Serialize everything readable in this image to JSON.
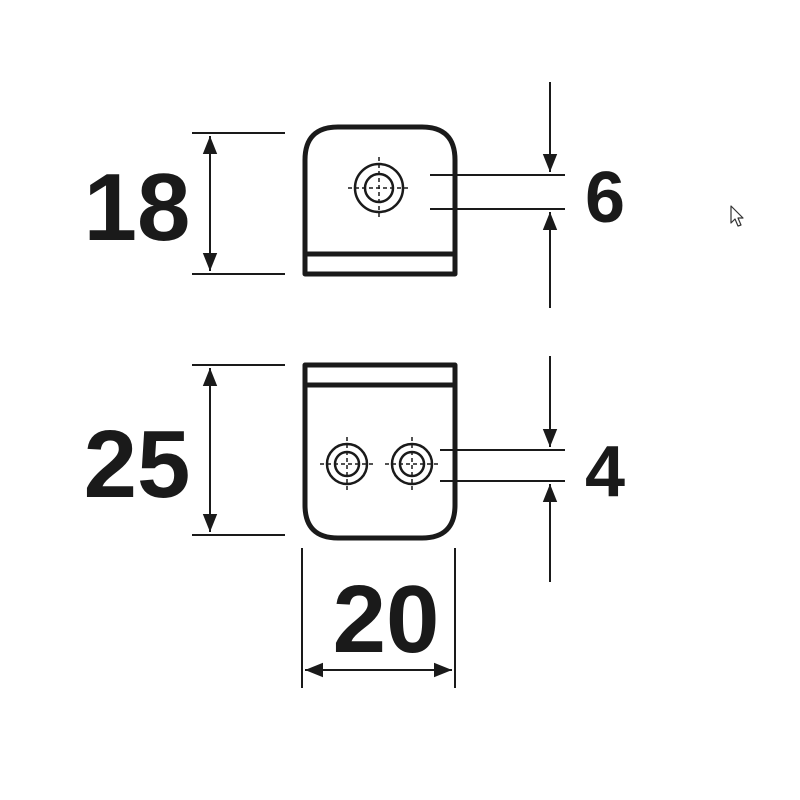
{
  "dimensions": {
    "top_height": "18",
    "top_hole_offset": "6",
    "bottom_height": "25",
    "bottom_hole_offset": "4",
    "width": "20"
  },
  "colors": {
    "ink": "#1a1a1a",
    "background": "#ffffff"
  },
  "icons": {
    "cursor": "mouse-pointer-icon"
  }
}
